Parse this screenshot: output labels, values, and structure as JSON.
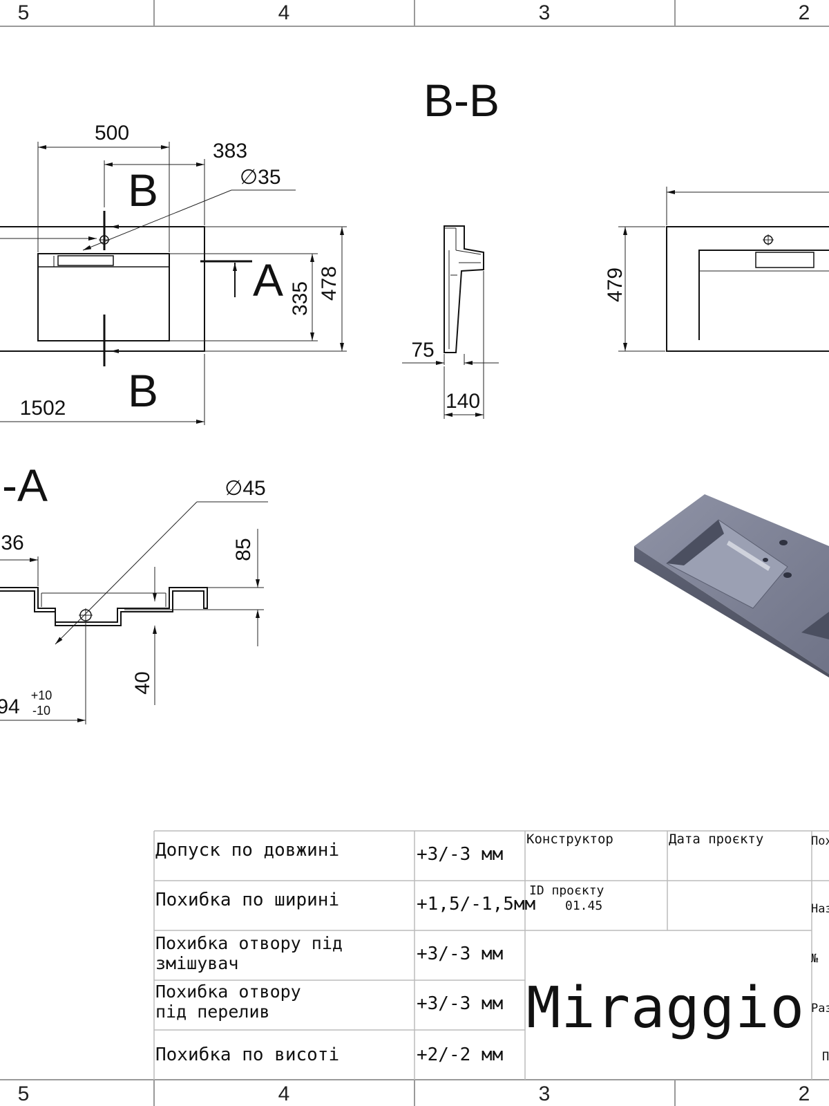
{
  "zones": {
    "top": [
      "5",
      "4",
      "3",
      "2"
    ],
    "bottom": [
      "5",
      "4",
      "3",
      "2"
    ]
  },
  "labels": {
    "section_bb_title": "B-B",
    "section_aa_title": "-A",
    "cut_b_top": "B",
    "cut_b_bottom": "B",
    "cut_a": "A"
  },
  "dimensions": {
    "width_500": "500",
    "offset_383": "383",
    "hole_35": "∅35",
    "length_1502": "1502",
    "bowl_335": "335",
    "depth_478": "478",
    "edge_75": "75",
    "thick_140": "140",
    "depth_479": "479",
    "overflow_45": "∅45",
    "offset_36": "36",
    "height_85": "85",
    "height_40": "40",
    "pos_94": "94",
    "tol_plus": "+10",
    "tol_minus": "-10"
  },
  "title_block": {
    "rows": [
      {
        "label": "Допуск по довжині",
        "value": "+3/-3 мм"
      },
      {
        "label": "Похибка по ширині",
        "value": "+1,5/-1,5мм"
      },
      {
        "label": "Похибка отвору під змішувач",
        "value": "+3/-3 мм"
      },
      {
        "label": "Похибка отвору під перелив",
        "value": "+3/-3 мм"
      },
      {
        "label": "Похибка по висоті",
        "value": "+2/-2 мм"
      }
    ],
    "constructor_label": "Конструктор",
    "project_date_label": "Дата проєкту",
    "project_id_label": "ID проєкту",
    "project_id_value": "01.45",
    "brand": "Miraggio",
    "side_cut_1": "Пох",
    "side_cut_2": "Наз",
    "side_cut_3": "№",
    "side_cut_4": "Раз",
    "side_cut_5": "П"
  }
}
